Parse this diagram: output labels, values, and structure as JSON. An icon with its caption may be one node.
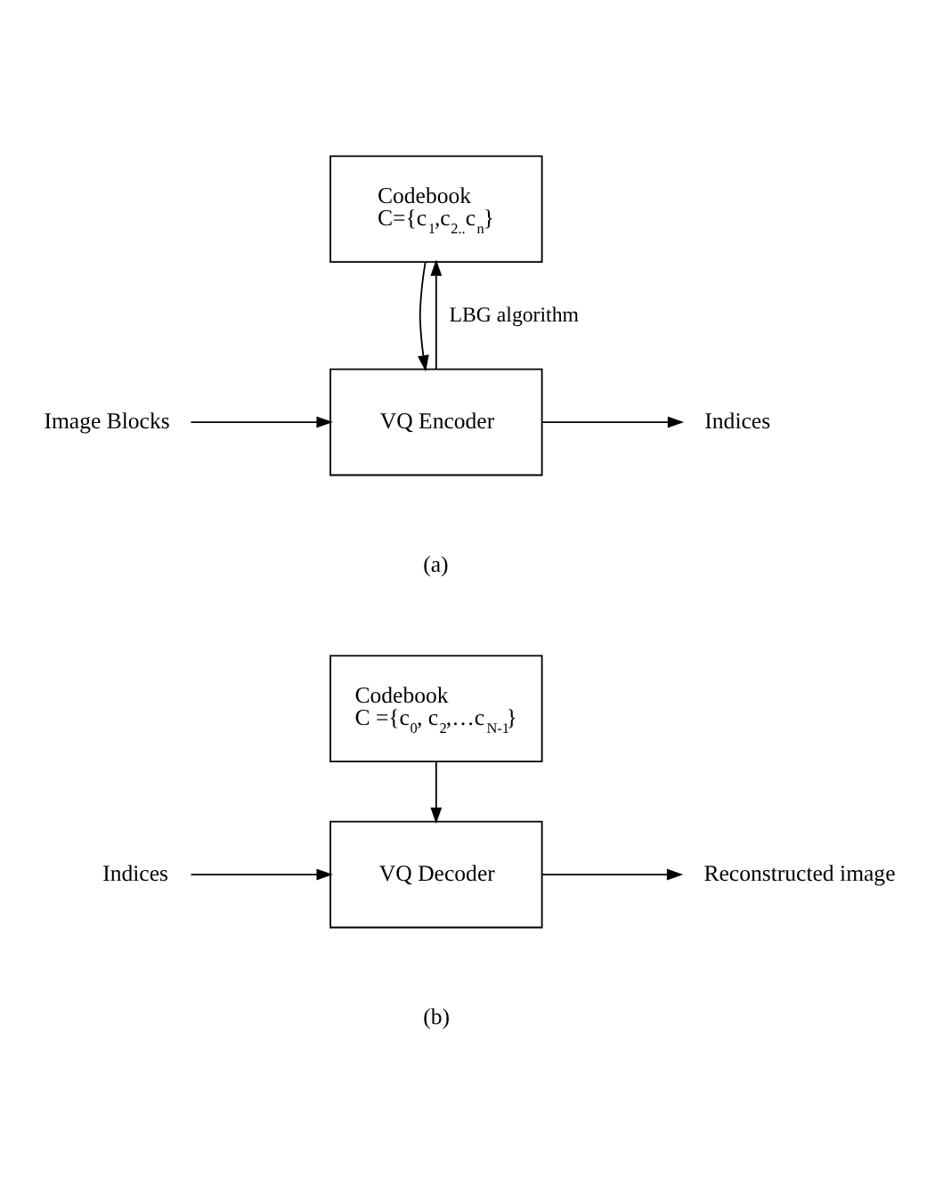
{
  "diagram": {
    "nodes": [
      {
        "text": [
          "Codebook",
          "C={c$_{1}$,c$_{2..}$c$_{n}$}"
        ]
      },
      {
        "text": [
          "VQ Encoder"
        ]
      },
      {
        "text": [
          "Image Blocks"
        ]
      },
      {
        "text": [
          "Indices"
        ]
      },
      {
        "text": [
          "Codebook",
          "C ={c$_{0}$, c$_{2}$,…c$_{N-1}$}"
        ]
      },
      {
        "text": [
          "VQ Decoder"
        ]
      },
      {
        "text": [
          "Indices"
        ]
      },
      {
        "text": [
          "Reconstructed image"
        ]
      }
    ],
    "edges": [
      {
        "from": 1,
        "to": 0,
        "arrow": "to",
        "label": "LBG algorithm"
      },
      {
        "from": 0,
        "to": 1,
        "arrow": "to"
      },
      {
        "from": 2,
        "to": 1,
        "arrow": "to"
      },
      {
        "from": 1,
        "to": 3,
        "arrow": "to"
      },
      {
        "from": 4,
        "to": 5,
        "arrow": "to"
      },
      {
        "from": 6,
        "to": 5,
        "arrow": "to"
      },
      {
        "from": 5,
        "to": 7,
        "arrow": "to"
      }
    ],
    "labels": [
      "(a)",
      "(b)"
    ]
  }
}
